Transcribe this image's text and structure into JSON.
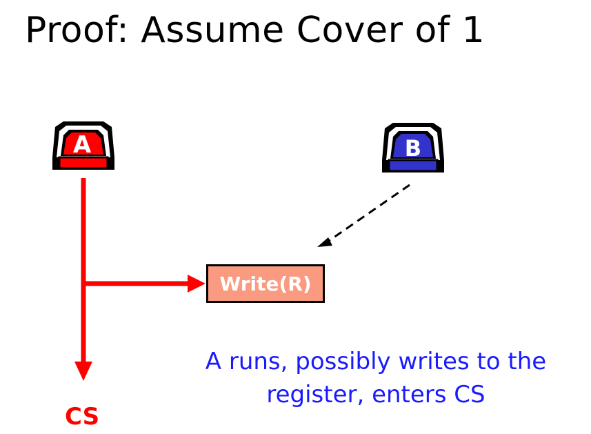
{
  "title": "Proof: Assume Cover of 1",
  "nodes": {
    "a": {
      "label": "A",
      "color": "#ff0000"
    },
    "b": {
      "label": "B",
      "color": "#3333cc"
    }
  },
  "write_box": {
    "label": "Write(R)",
    "color": "#fa9a80"
  },
  "cs_label": "CS",
  "caption": {
    "line1": "A runs, possibly writes to the",
    "line2": "register, enters CS"
  }
}
